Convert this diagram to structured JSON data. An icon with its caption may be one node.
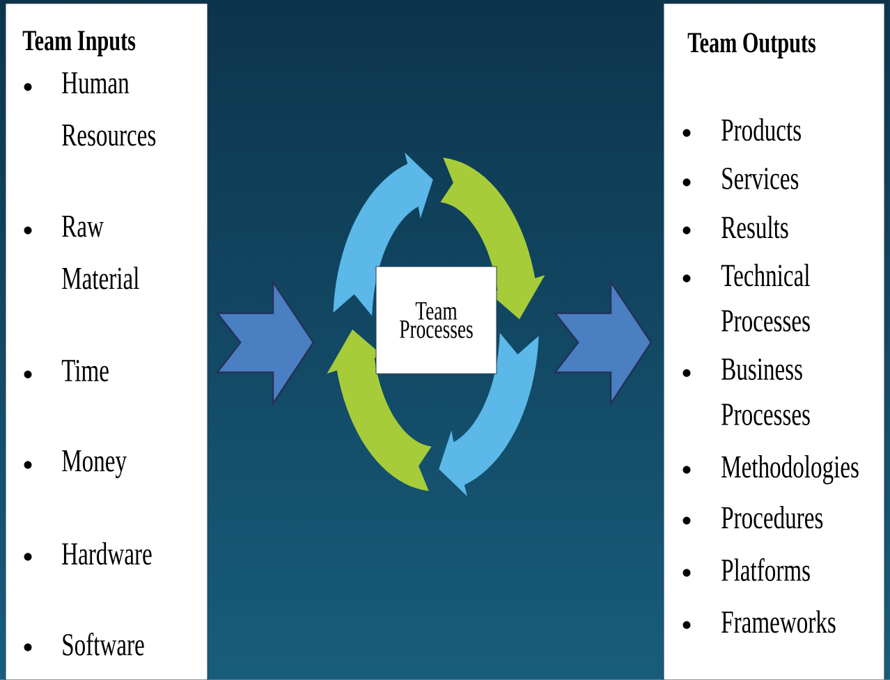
{
  "diagram": {
    "nodes": [
      {
        "text": [
          "Team Inputs",
          "Human Resources",
          "Raw Material",
          "Time",
          "Money",
          "Hardware",
          "Software"
        ]
      },
      {
        "text": [
          "Team Processes"
        ]
      },
      {
        "text": [
          "Team Outputs",
          "Products",
          "Services",
          "Results",
          "Technical Processes",
          "Business Processes",
          "Methodologies",
          "Procedures",
          "Platforms",
          "Frameworks"
        ]
      }
    ],
    "edges": [
      {
        "from": 0,
        "to": 1,
        "arrow": "to"
      },
      {
        "from": 1,
        "to": 2,
        "arrow": "to"
      }
    ]
  }
}
